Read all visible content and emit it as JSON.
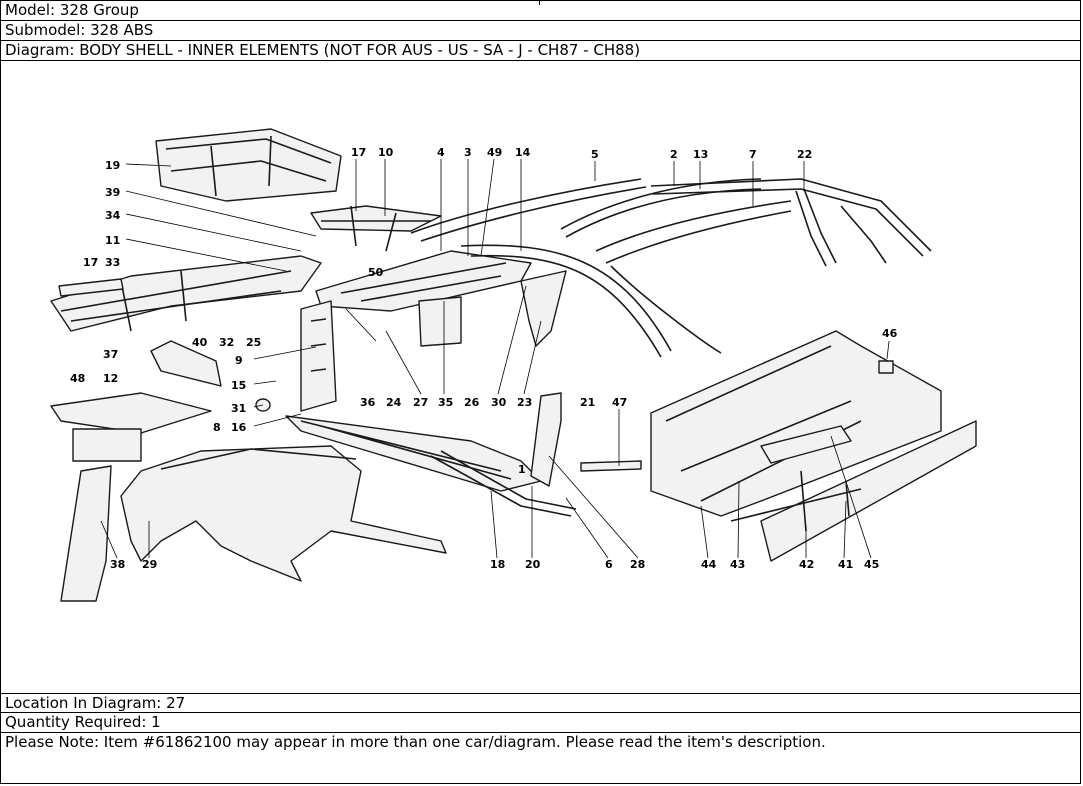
{
  "header": {
    "model": "Model: 328 Group",
    "submodel": "Submodel: 328 ABS",
    "diagram": "Diagram: BODY SHELL - INNER ELEMENTS (NOT FOR AUS - US - SA - J - CH87 - CH88)"
  },
  "footer": {
    "location": "Location In Diagram: 27",
    "quantity": "Quantity Required: 1",
    "note": "Please Note: Item #61862100 may appear in more than one car/diagram. Please read the item's description."
  },
  "callouts": [
    "19",
    "39",
    "34",
    "11",
    "17",
    "33",
    "17",
    "10",
    "4",
    "3",
    "49",
    "14",
    "5",
    "2",
    "13",
    "7",
    "22",
    "50",
    "40",
    "32",
    "25",
    "37",
    "12",
    "9",
    "15",
    "31",
    "16",
    "48",
    "8",
    "36",
    "24",
    "27",
    "35",
    "26",
    "30",
    "23",
    "1",
    "21",
    "47",
    "46",
    "18",
    "20",
    "6",
    "28",
    "44",
    "43",
    "42",
    "41",
    "45",
    "38",
    "29"
  ]
}
